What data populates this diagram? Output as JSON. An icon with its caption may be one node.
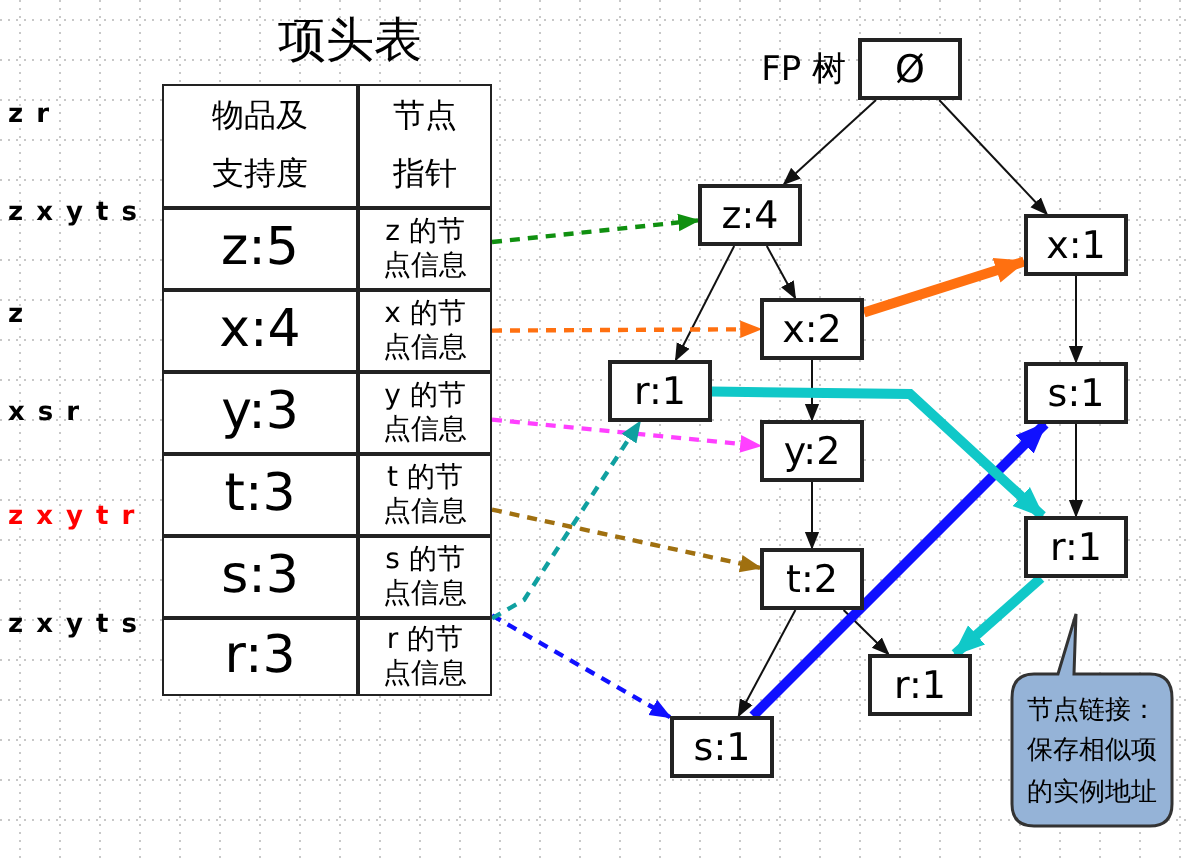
{
  "diagram": {
    "title": "项头表",
    "nodes": [
      {
        "text": [
          "Ø"
        ],
        "beside": [
          "FP 树"
        ]
      },
      {
        "text": [
          "z:4"
        ]
      },
      {
        "text": [
          "x:2"
        ]
      },
      {
        "text": [
          "r:1"
        ]
      },
      {
        "text": [
          "y:2"
        ]
      },
      {
        "text": [
          "t:2"
        ]
      },
      {
        "text": [
          "s:1"
        ]
      },
      {
        "text": [
          "r:1"
        ]
      },
      {
        "text": [
          "x:1"
        ]
      },
      {
        "text": [
          "s:1"
        ]
      },
      {
        "text": [
          "r:1"
        ]
      },
      {
        "text": [
          "z 的节点信息"
        ]
      },
      {
        "text": [
          "x 的节点信息"
        ]
      },
      {
        "text": [
          "y 的节点信息"
        ]
      },
      {
        "text": [
          "t 的节点信息"
        ]
      },
      {
        "text": [
          "s 的节点信息"
        ]
      },
      {
        "text": [
          "r 的节点信息"
        ]
      },
      {
        "text": [
          "节点链接：保存相似项的实例地址"
        ]
      }
    ],
    "edges": [
      {
        "from": 0,
        "to": 1,
        "arrow": "to"
      },
      {
        "from": 0,
        "to": 8,
        "arrow": "to"
      },
      {
        "from": 1,
        "to": 3,
        "arrow": "to"
      },
      {
        "from": 1,
        "to": 2,
        "arrow": "to"
      },
      {
        "from": 2,
        "to": 4,
        "arrow": "to"
      },
      {
        "from": 4,
        "to": 5,
        "arrow": "to"
      },
      {
        "from": 5,
        "to": 6,
        "arrow": "to"
      },
      {
        "from": 5,
        "to": 7,
        "arrow": "to"
      },
      {
        "from": 8,
        "to": 9,
        "arrow": "to"
      },
      {
        "from": 9,
        "to": 10,
        "arrow": "to"
      },
      {
        "from": 11,
        "to": 1,
        "arrow": "to",
        "style": "dashed",
        "color": "#109010"
      },
      {
        "from": 12,
        "to": 2,
        "arrow": "to",
        "style": "dashed",
        "color": "#ff7010"
      },
      {
        "from": 13,
        "to": 4,
        "arrow": "to",
        "style": "dashed",
        "color": "#ff40ff"
      },
      {
        "from": 14,
        "to": 5,
        "arrow": "to",
        "style": "dashed",
        "color": "#a07010"
      },
      {
        "from": 15,
        "to": 6,
        "arrow": "to",
        "style": "dashed",
        "color": "#1010ff"
      },
      {
        "from": 16,
        "to": 3,
        "arrow": "to",
        "style": "dashed",
        "color": "#10a0a0"
      },
      {
        "from": 2,
        "to": 8,
        "arrow": "to",
        "style": "thick",
        "color": "#ff7010"
      },
      {
        "from": 6,
        "to": 9,
        "arrow": "to",
        "style": "thick",
        "color": "#1010ff"
      },
      {
        "from": 3,
        "to": 10,
        "arrow": "to",
        "style": "thick",
        "color": "#10c8c8"
      },
      {
        "from": 10,
        "to": 7,
        "arrow": "to",
        "style": "thick",
        "color": "#10c8c8"
      }
    ],
    "labels": [
      "z r",
      "z x y t s",
      "z",
      "x s r",
      "z x y t r",
      "z x y t s",
      "物品及支持度",
      "节点指针",
      "z:5",
      "x:4",
      "y:3",
      "t:3",
      "s:3",
      "r:3"
    ]
  }
}
